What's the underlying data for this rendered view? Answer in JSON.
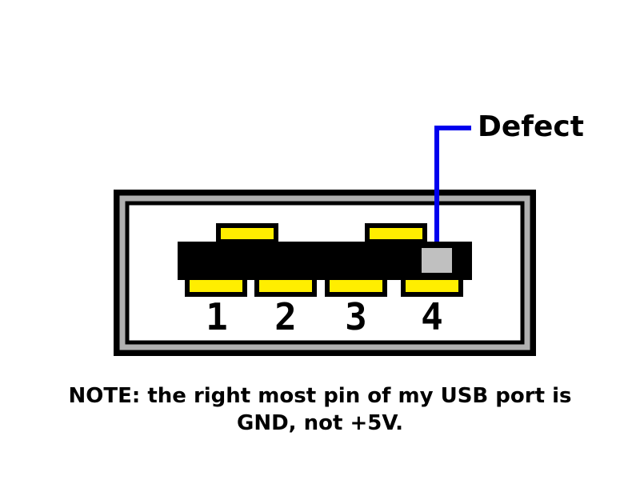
{
  "callout": {
    "label": "Defect"
  },
  "pins": [
    {
      "number": "1"
    },
    {
      "number": "2"
    },
    {
      "number": "3"
    },
    {
      "number": "4"
    }
  ],
  "note": {
    "line1": "NOTE: the right most pin of my USB port is",
    "line2": "GND, not +5V."
  },
  "colors": {
    "contact": "#ffee00",
    "outline": "#000000",
    "shell_border": "#b0b0b0",
    "defect_marker": "#c0c0c0",
    "callout_line": "#0000ee"
  }
}
